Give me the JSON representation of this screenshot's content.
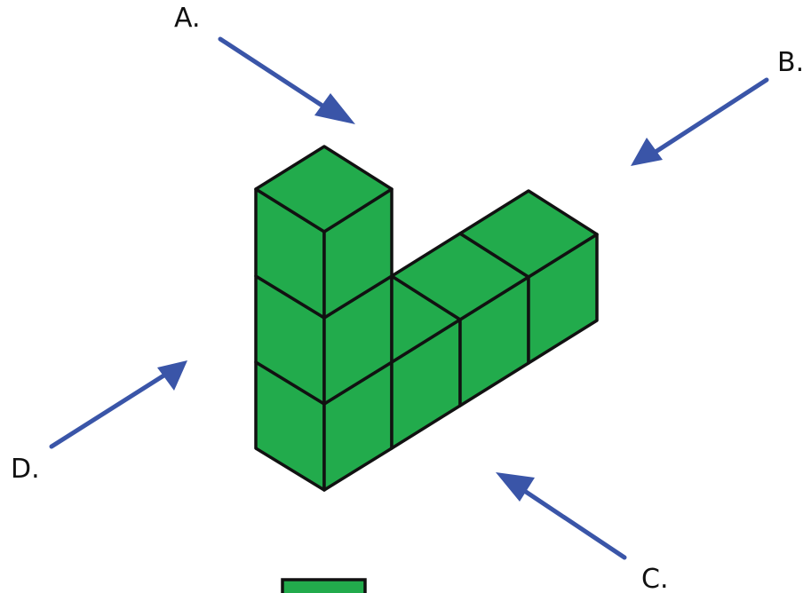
{
  "labels": {
    "a": "A.",
    "b": "B.",
    "c": "C.",
    "d": "D."
  },
  "colors": {
    "cube": "#22ab4c",
    "edge": "#111111",
    "arrow": "#3a55a8"
  }
}
